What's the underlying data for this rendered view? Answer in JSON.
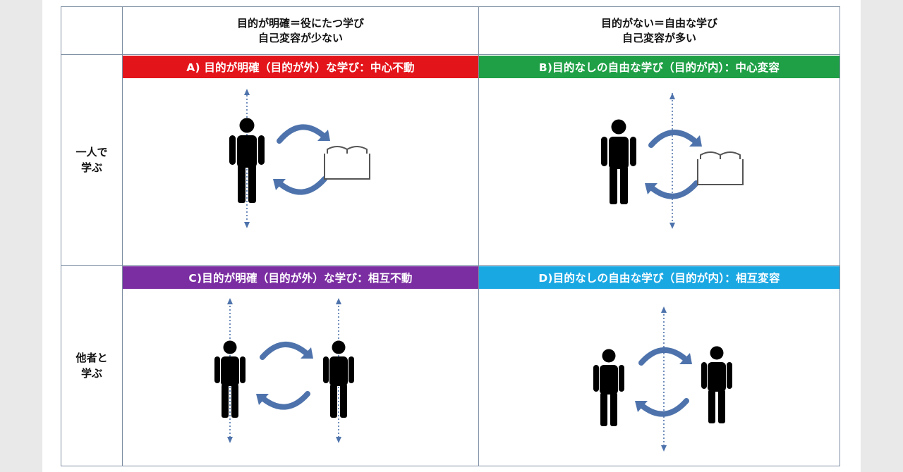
{
  "columns": {
    "a_line1": "目的が明確＝役にたつ学び",
    "a_line2": "自己変容が少ない",
    "b_line1": "目的がない＝自由な学び",
    "b_line2": "自己変容が多い"
  },
  "rows": {
    "solo_line1": "一人で",
    "solo_line2": "学ぶ",
    "others_line1": "他者と",
    "others_line2": "学ぶ"
  },
  "quadrants": {
    "A": {
      "label": "A) 目的が明確（目的が外）な学び：中心不動",
      "color": "#e3151b"
    },
    "B": {
      "label": "B)目的なしの自由な学び（目的が内）：中心変容",
      "color": "#1fa046"
    },
    "C": {
      "label": "C)目的が明確（目的が外）な学び：相互不動",
      "color": "#7b2ea1"
    },
    "D": {
      "label": "D)目的なしの自由な学び（目的が内）：相互変容",
      "color": "#1aa8e3"
    }
  },
  "colors": {
    "grid_line": "#7d8ea3",
    "arrow": "#4e73ac",
    "dotted_axis": "#4e73ac",
    "person": "#000000"
  },
  "icons": [
    "person-icon",
    "book-icon",
    "cycle-arrow-icon",
    "dotted-axis-icon"
  ]
}
